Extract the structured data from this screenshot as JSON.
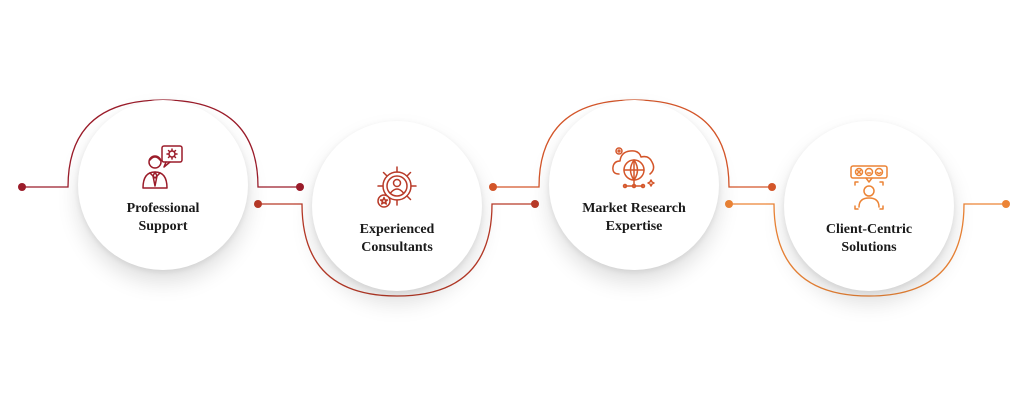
{
  "colors": {
    "step1": "#9b1c2a",
    "step2": "#b83a28",
    "step3": "#d4562a",
    "step4": "#ec8436"
  },
  "steps": [
    {
      "line1": "Professional",
      "line2": "Support",
      "icon": "professional-support-icon"
    },
    {
      "line1": "Experienced",
      "line2": "Consultants",
      "icon": "gear-consultant-icon"
    },
    {
      "line1": "Market Research",
      "line2": "Expertise",
      "icon": "globe-cloud-research-icon"
    },
    {
      "line1": "Client-Centric",
      "line2": "Solutions",
      "icon": "client-feedback-icon"
    }
  ]
}
